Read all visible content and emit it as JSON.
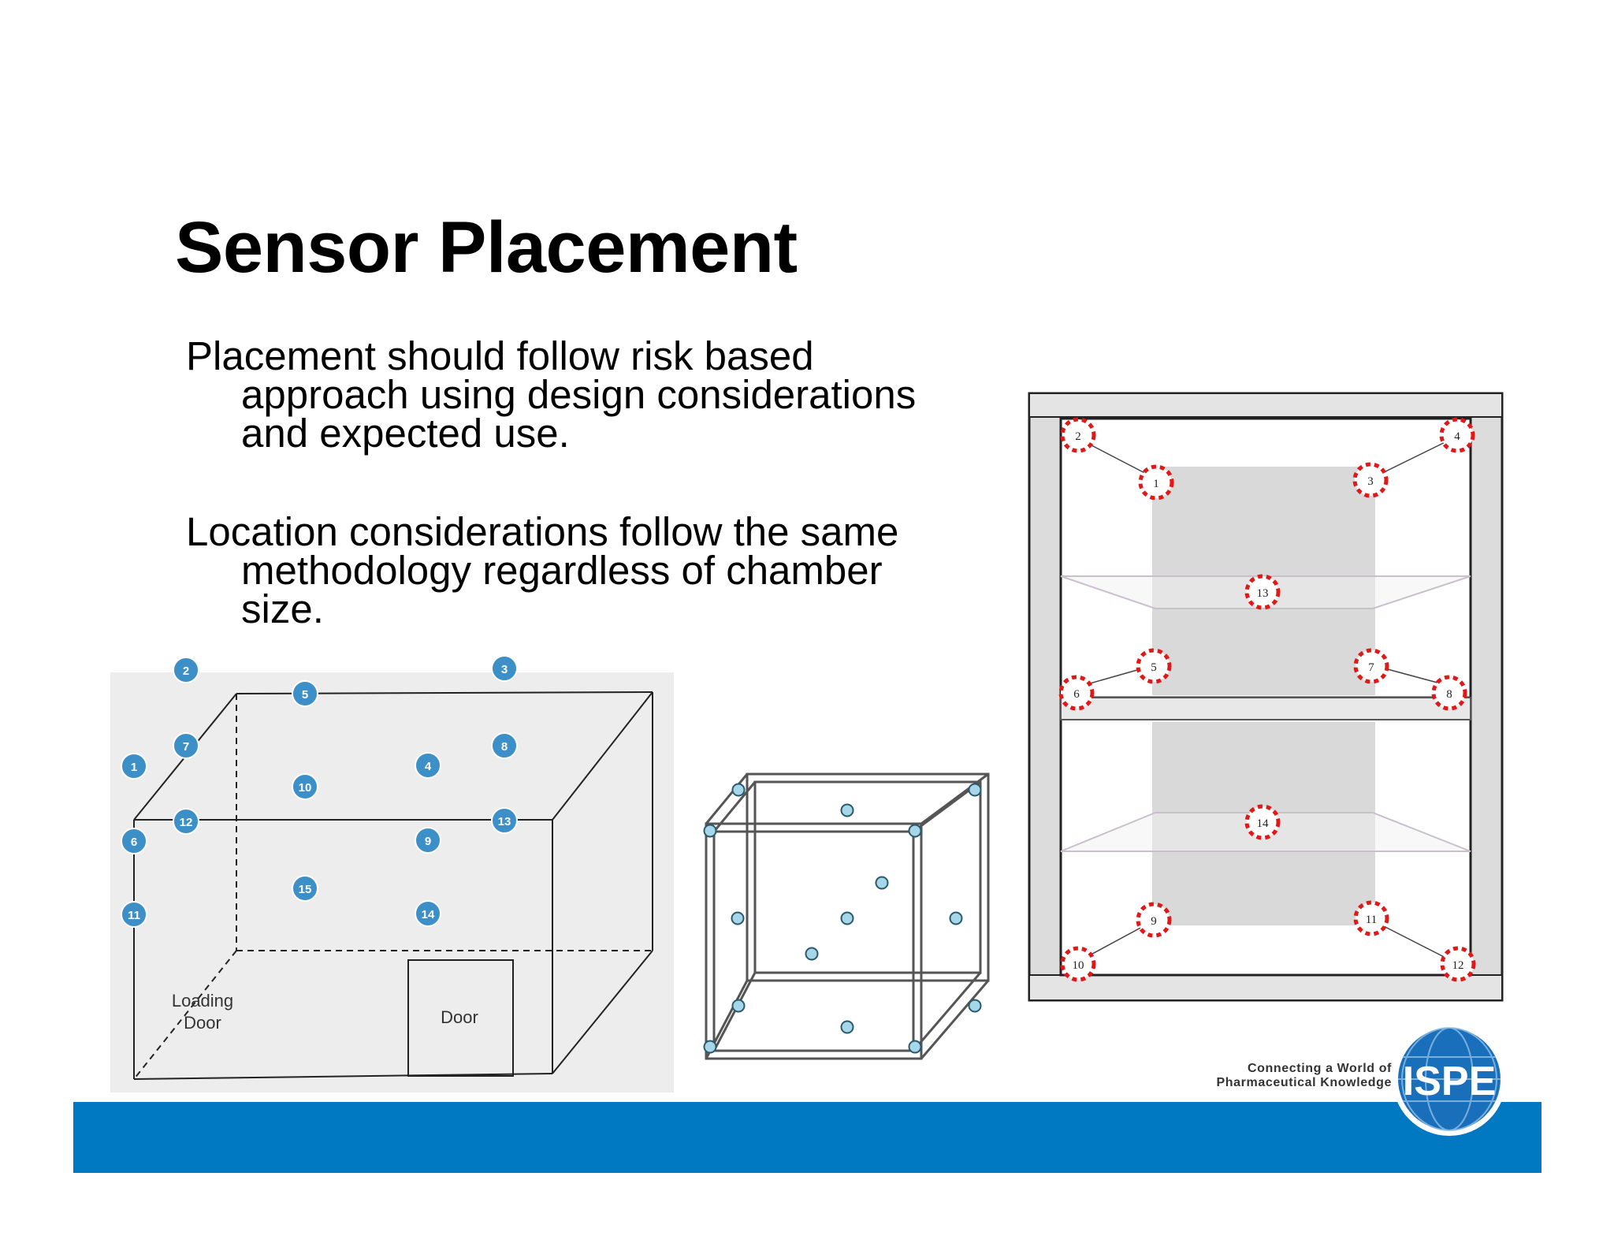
{
  "slide": {
    "title": "Sensor Placement",
    "bullets": [
      "Placement should follow risk based approach using design considerations and expected use.",
      "Location considerations follow the same methodology regardless of chamber size."
    ]
  },
  "diagram_box": {
    "sensor_labels": [
      "1",
      "2",
      "3",
      "4",
      "5",
      "6",
      "7",
      "8",
      "9",
      "10",
      "11",
      "12",
      "13",
      "14",
      "15"
    ],
    "loading_door_label": [
      "Loading",
      "Door"
    ],
    "door_label": "Door",
    "sensor_color": "#3d8fc7"
  },
  "diagram_cube": {
    "sensor_color": "#a6d6ea"
  },
  "diagram_chamber": {
    "sensor_labels": [
      "1",
      "2",
      "3",
      "4",
      "5",
      "6",
      "7",
      "8",
      "9",
      "10",
      "11",
      "12",
      "13",
      "14"
    ],
    "sensor_ring_color": "#e01818"
  },
  "footer": {
    "tagline_line1": "Connecting a World of",
    "tagline_line2": "Pharmaceutical Knowledge",
    "logo_text": "ISPE",
    "bar_color": "#0079c2"
  }
}
